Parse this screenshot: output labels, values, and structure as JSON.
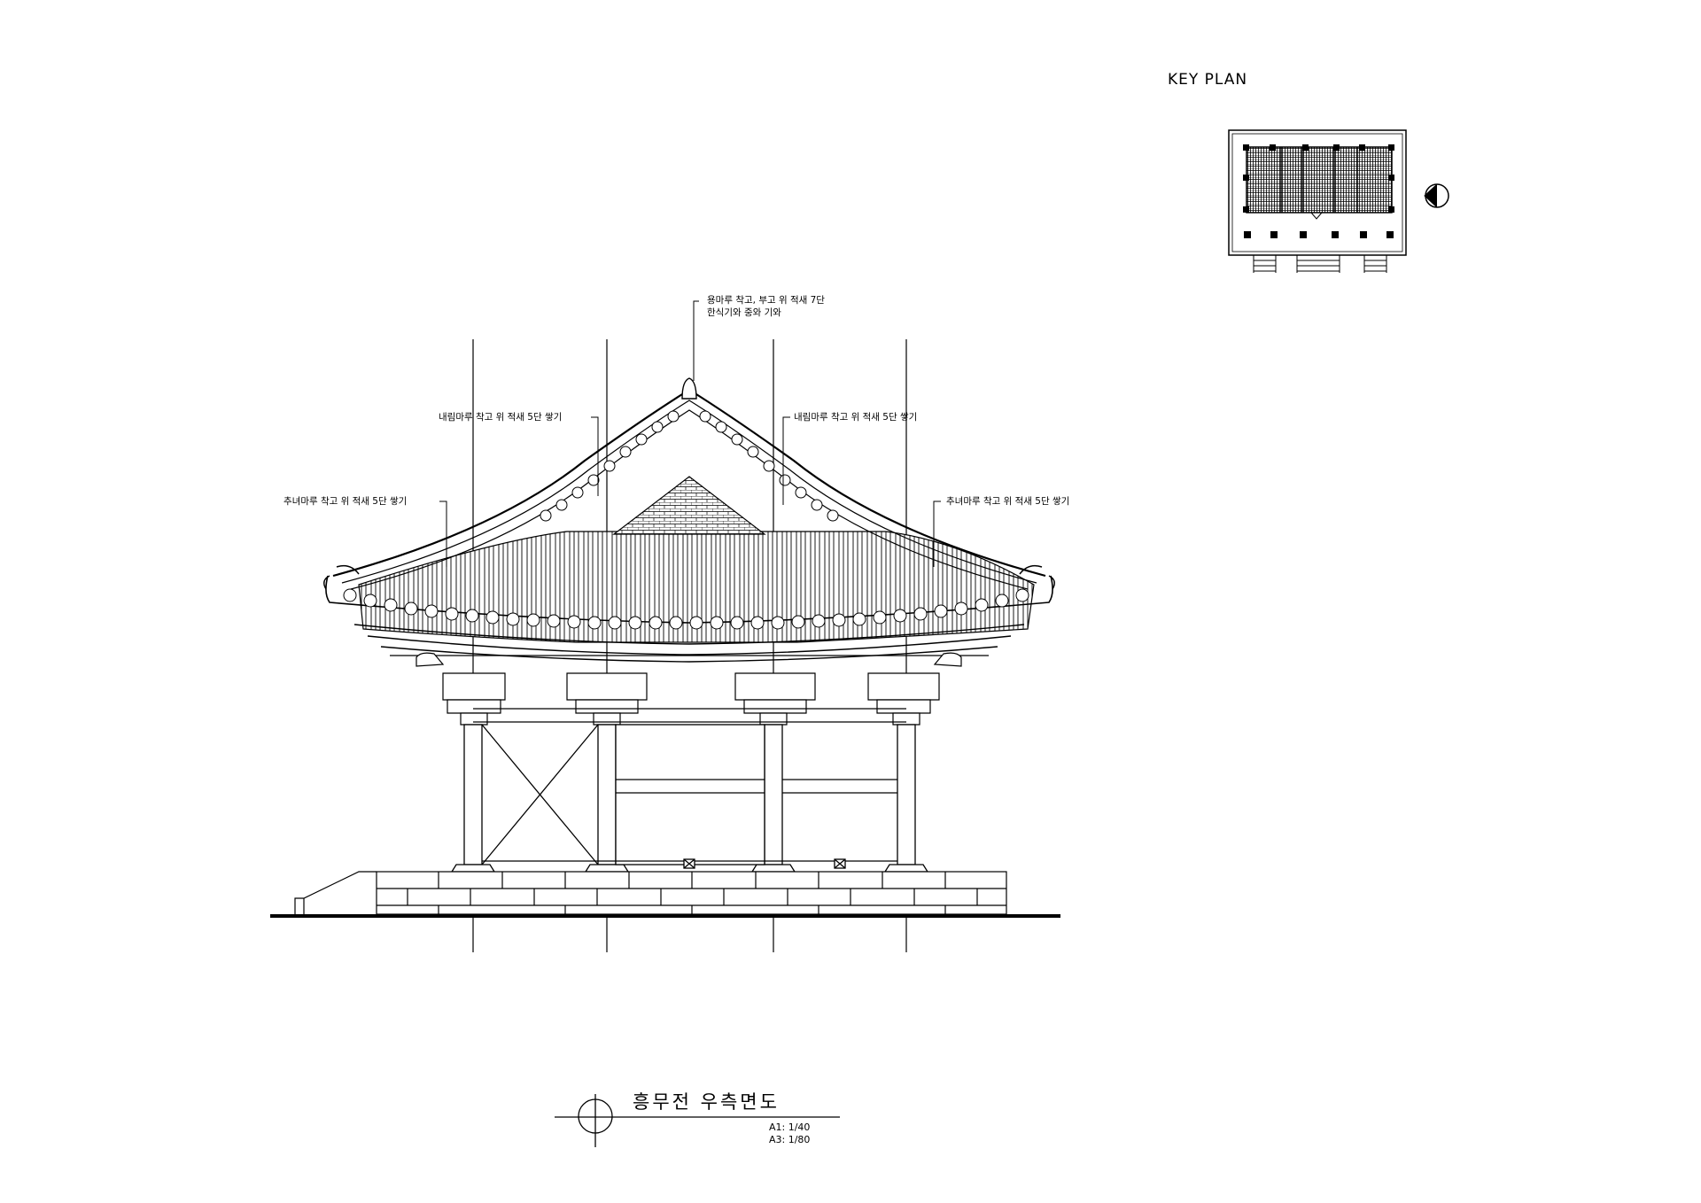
{
  "key_plan": {
    "title": "KEY PLAN"
  },
  "annotations": {
    "ridge_top_1": "용마루 착고, 부고 위 적새 7단",
    "ridge_top_2": "한식기와 중와 기와",
    "descending_left": "내림마루 착고 위 적새 5단 쌓기",
    "descending_right": "내림마루 착고 위 적새 5단 쌓기",
    "corner_left": "추녀마루 착고 위 적새 5단 쌓기",
    "corner_right": "추녀마루 착고 위 적새 5단 쌓기"
  },
  "title_block": {
    "title": "흥무전 우측면도",
    "scale_a1": "A1: 1/40",
    "scale_a3": "A3: 1/80"
  }
}
